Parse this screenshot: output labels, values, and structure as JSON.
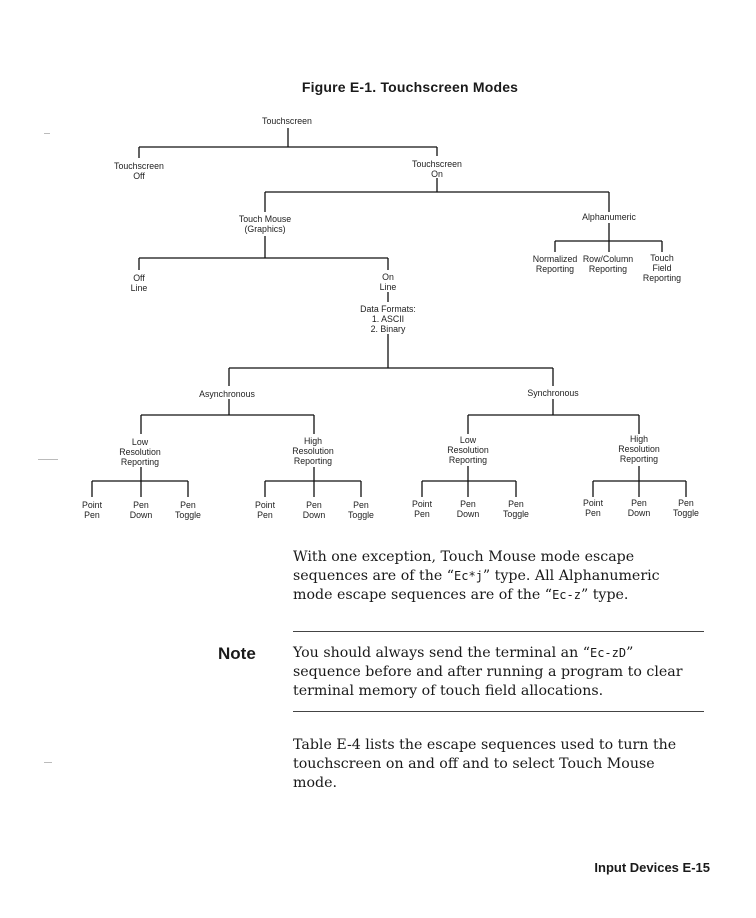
{
  "figure_title": "Figure E-1.  Touchscreen Modes",
  "tree": {
    "touchscreen": "Touchscreen",
    "touchscreen_off": "Touchscreen\nOff",
    "touchscreen_on": "Touchscreen\nOn",
    "touch_mouse": "Touch Mouse\n(Graphics)",
    "alphanumeric": "Alphanumeric",
    "normalized": "Normalized\nReporting",
    "row_column": "Row/Column\nReporting",
    "touch_field": "Touch\nField\nReporting",
    "off_line": "Off\nLine",
    "on_line": "On\nLine",
    "data_formats": "Data Formats:\n1. ASCII\n2. Binary",
    "asynchronous": "Asynchronous",
    "synchronous": "Synchronous",
    "async_low": "Low\nResolution\nReporting",
    "async_high": "High\nResolution\nReporting",
    "sync_low": "Low\nResolution\nReporting",
    "sync_high": "High\nResolution\nReporting",
    "point_pen": "Point\nPen",
    "pen_down": "Pen\nDown",
    "pen_toggle": "Pen\nToggle"
  },
  "para1": {
    "a": "With one exception, Touch Mouse mode escape sequences are of the “",
    "code1": "Ec*j",
    "b": "” type. All Alphanumeric mode escape sequences are of the “",
    "code2": "Ec-z",
    "c": "” type."
  },
  "note": {
    "label": "Note",
    "a": "You should always send the terminal an “",
    "code": "Ec-zD",
    "b": "” sequence before and after running a program to clear terminal memory of touch field allocations."
  },
  "para2": "Table E-4 lists the escape sequences used to turn the touchscreen on and off and to select Touch Mouse mode.",
  "footer": "Input Devices   E-15"
}
